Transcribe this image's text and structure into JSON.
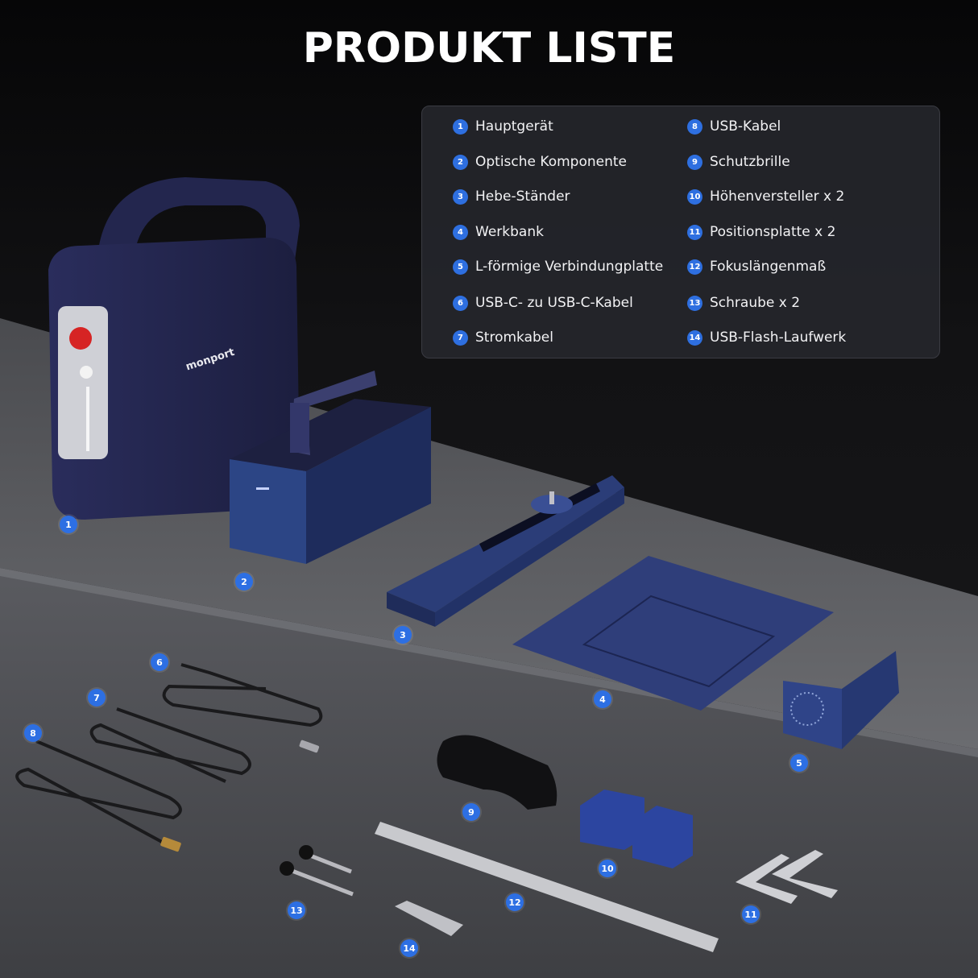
{
  "title": "PRODUKT LISTE",
  "brand": "monport",
  "list": {
    "left": [
      {
        "num": "1",
        "label": "Hauptgerät"
      },
      {
        "num": "2",
        "label": "Optische Komponente"
      },
      {
        "num": "3",
        "label": "Hebe-Ständer"
      },
      {
        "num": "4",
        "label": "Werkbank"
      },
      {
        "num": "5",
        "label": "L-förmige Verbindungplatte"
      },
      {
        "num": "6",
        "label": "USB-C- zu USB-C-Kabel"
      },
      {
        "num": "7",
        "label": "Stromkabel"
      }
    ],
    "right": [
      {
        "num": "8",
        "label": "USB-Kabel"
      },
      {
        "num": "9",
        "label": "Schutzbrille"
      },
      {
        "num": "10",
        "label": "Höhenversteller x 2"
      },
      {
        "num": "11",
        "label": "Positionsplatte x 2"
      },
      {
        "num": "12",
        "label": "Fokuslängenmaß"
      },
      {
        "num": "13",
        "label": "Schraube x 2"
      },
      {
        "num": "14",
        "label": "USB-Flash-Laufwerk"
      }
    ]
  },
  "markers": [
    "1",
    "2",
    "3",
    "4",
    "5",
    "6",
    "7",
    "8",
    "9",
    "10",
    "11",
    "12",
    "13",
    "14"
  ],
  "colors": {
    "accent": "#2e6fe0",
    "device": "#262a55",
    "panel": "#26272c"
  }
}
